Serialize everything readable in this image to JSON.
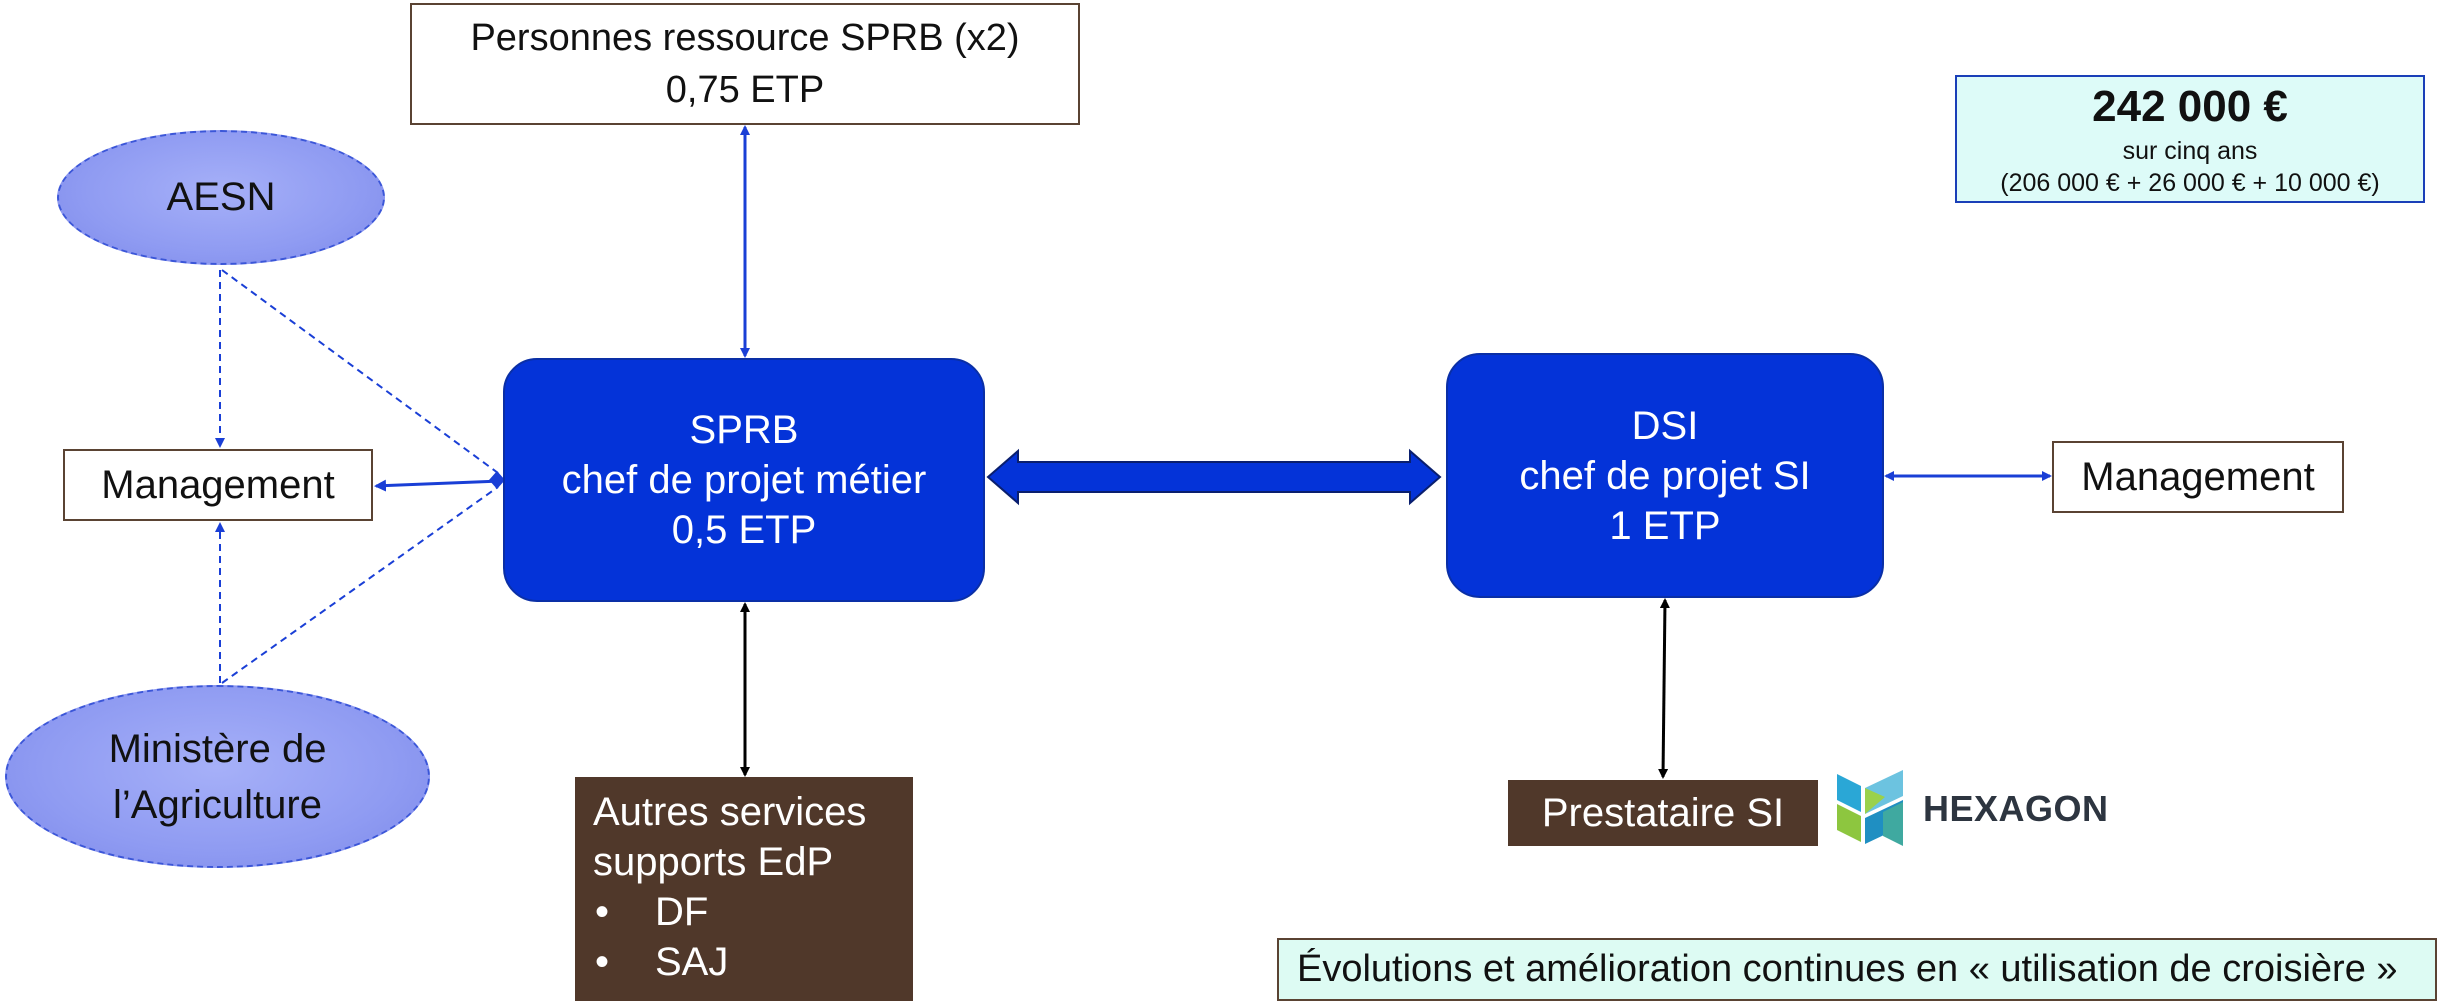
{
  "diagram": {
    "resource_box": {
      "line1": "Personnes ressource SPRB (x2)",
      "line2": "0,75 ETP"
    },
    "budget": {
      "amount": "242 000 €",
      "period": "sur cinq ans",
      "breakdown": "(206 000 € + 26 000 € + 10 000 €)"
    },
    "aesn": {
      "label": "AESN"
    },
    "ministere": {
      "line1": "Ministère de",
      "line2": "l’Agriculture"
    },
    "management_left": {
      "label": "Management"
    },
    "management_right": {
      "label": "Management"
    },
    "sprb": {
      "line1": "SPRB",
      "line2": "chef de projet métier",
      "line3": "0,5 ETP"
    },
    "dsi": {
      "line1": "DSI",
      "line2": "chef de projet SI",
      "line3": "1 ETP"
    },
    "autres_services": {
      "title": "Autres services\nsupports EdP",
      "items": [
        "DF",
        "SAJ"
      ]
    },
    "prestataire": {
      "label": "Prestataire SI"
    },
    "hexagon_logo": {
      "text": "HEXAGON"
    },
    "evolutions": {
      "text": "Évolutions et amélioration continues en « utilisation de croisière »"
    },
    "colors": {
      "blue_box": "#0433d8",
      "brown_box": "#50382a",
      "ellipse_fill": "#8f9bf2",
      "budget_fill": "#ddfbf8",
      "connector_blue": "#1a3fd6",
      "connector_black": "#000000"
    }
  }
}
